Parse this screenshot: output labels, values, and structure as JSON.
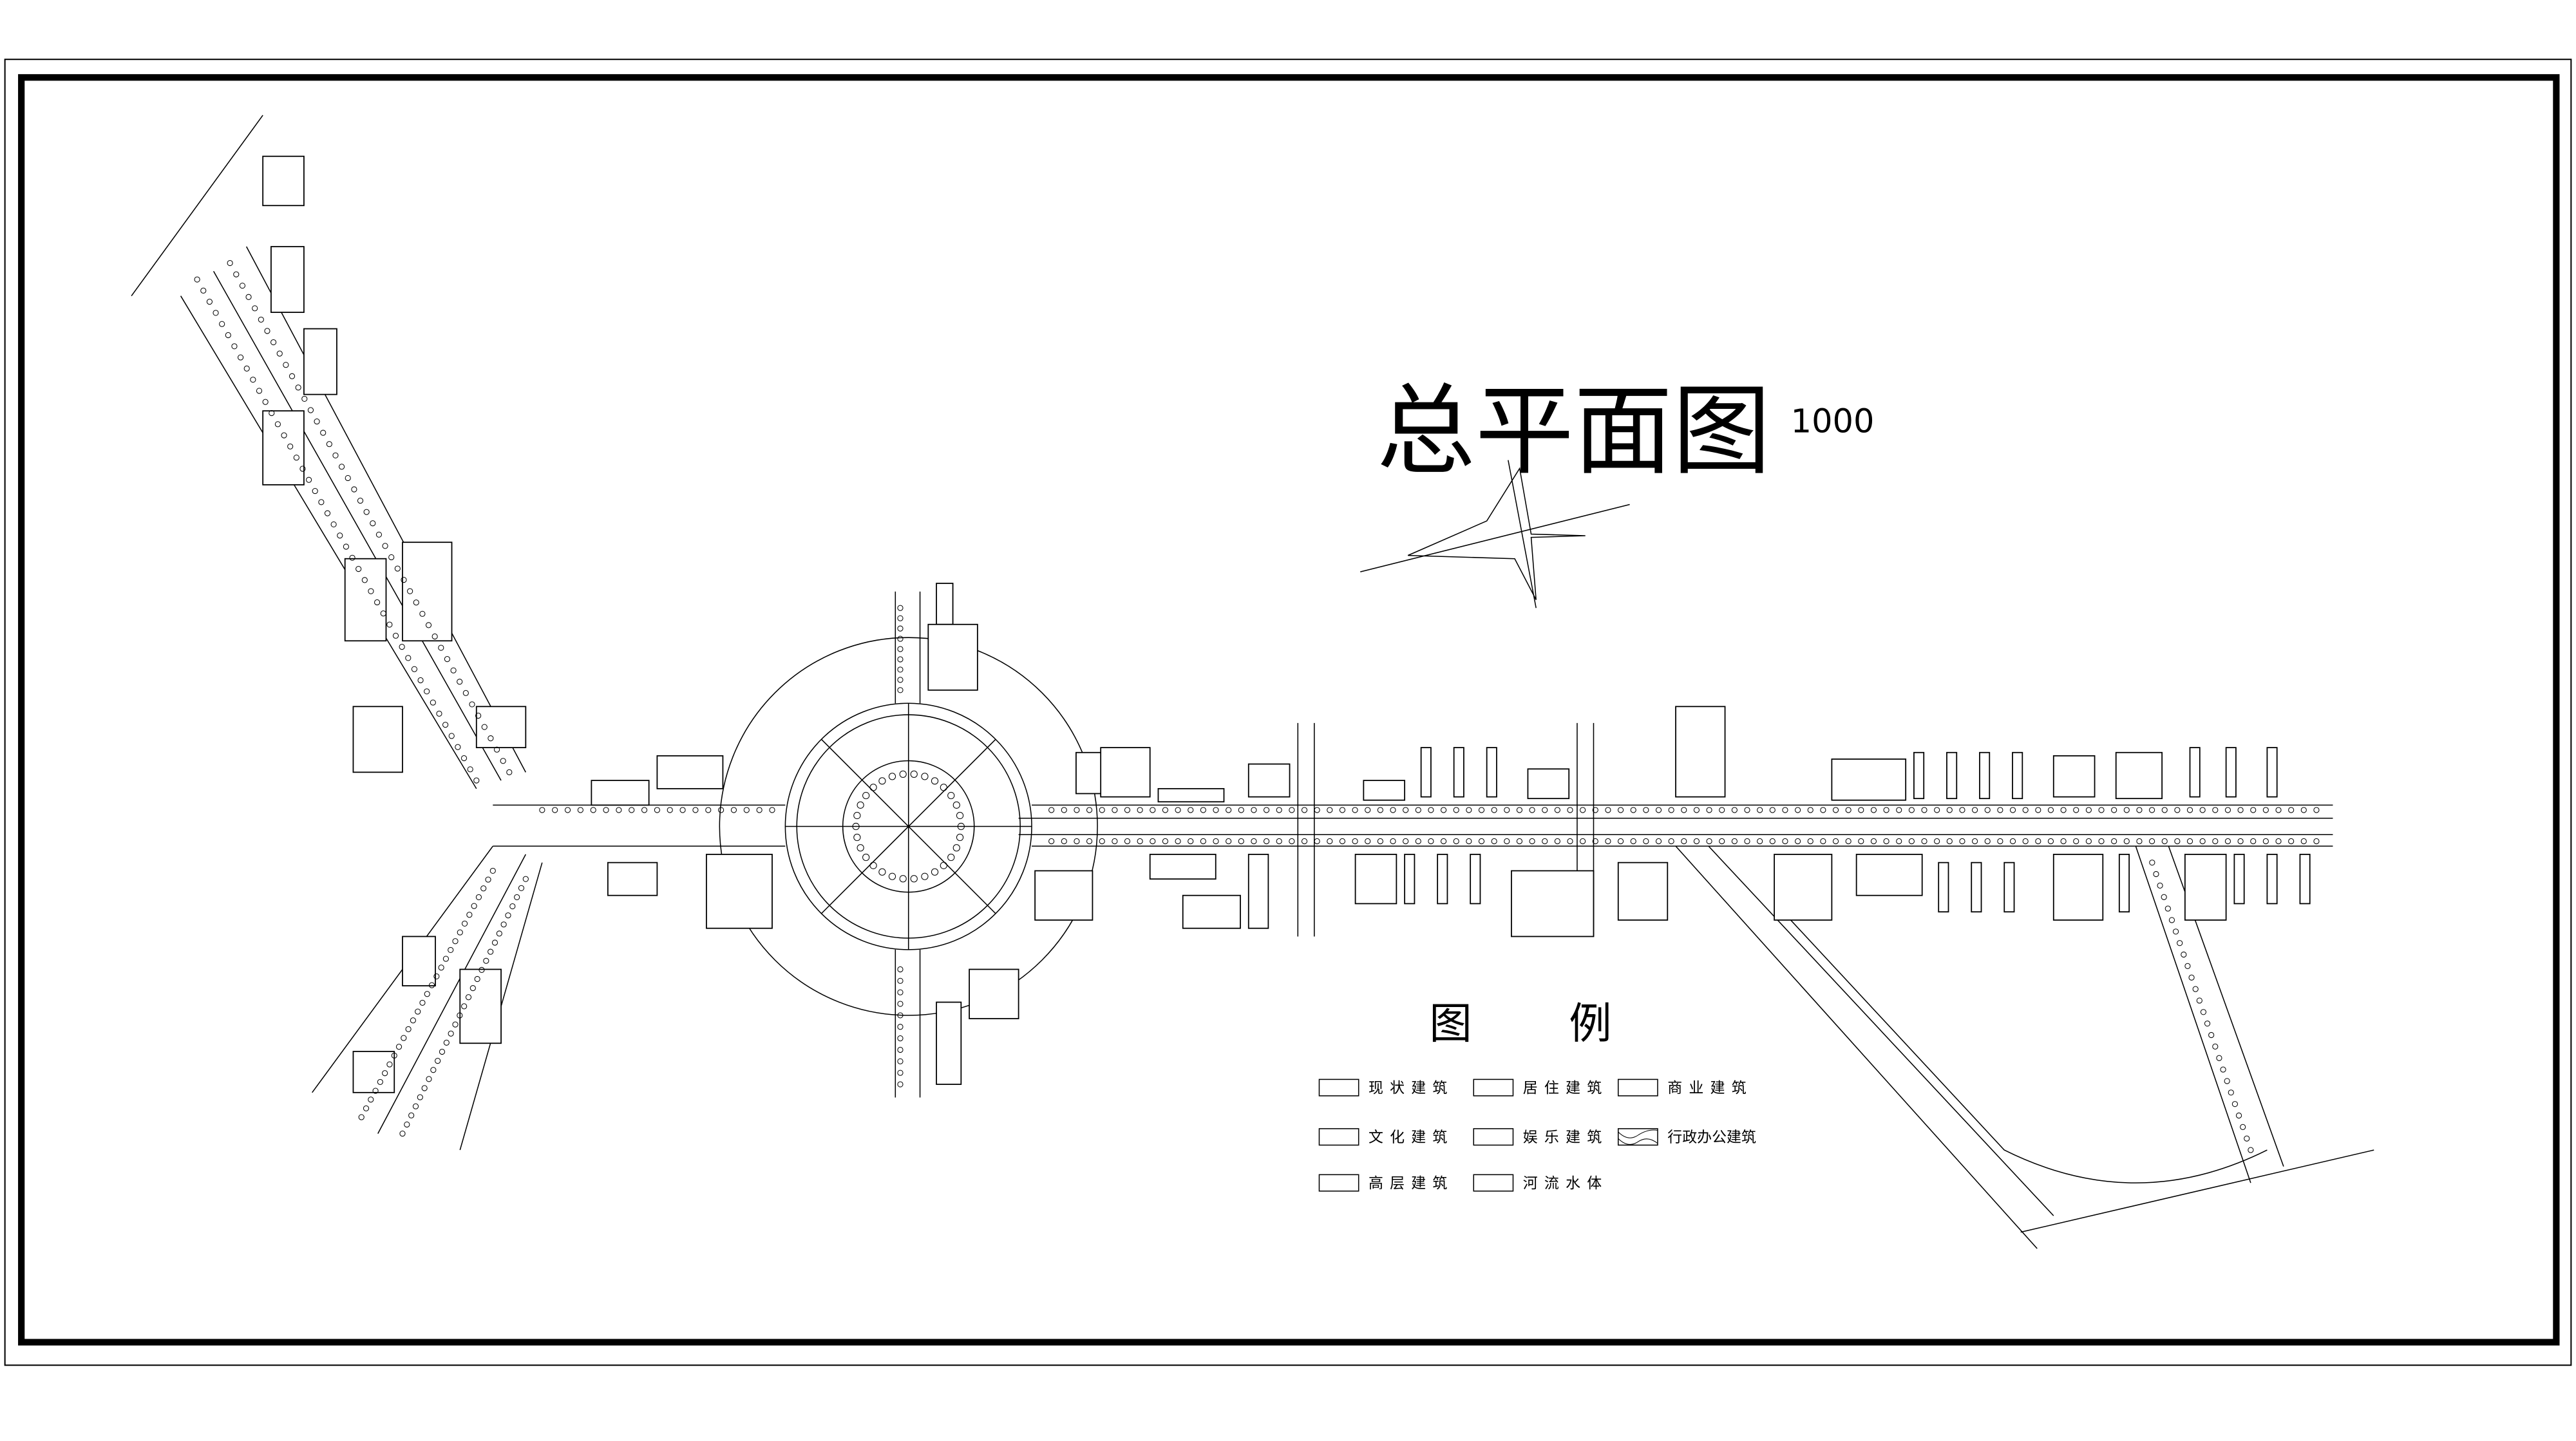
{
  "title": "总平面图",
  "scale": "1000",
  "legend": {
    "title_left": "图",
    "title_right": "例",
    "items": [
      {
        "label": "现状建筑",
        "pattern": "blank"
      },
      {
        "label": "居住建筑",
        "pattern": "blank"
      },
      {
        "label": "商业建筑",
        "pattern": "blank"
      },
      {
        "label": "文化建筑",
        "pattern": "blank"
      },
      {
        "label": "娱乐建筑",
        "pattern": "blank"
      },
      {
        "label": "行政办公建筑",
        "pattern": "wave"
      },
      {
        "label": "高层建筑",
        "pattern": "blank"
      },
      {
        "label": "河流水体",
        "pattern": "blank"
      }
    ]
  },
  "icons": {
    "north_arrow": "compass-rose-icon"
  }
}
